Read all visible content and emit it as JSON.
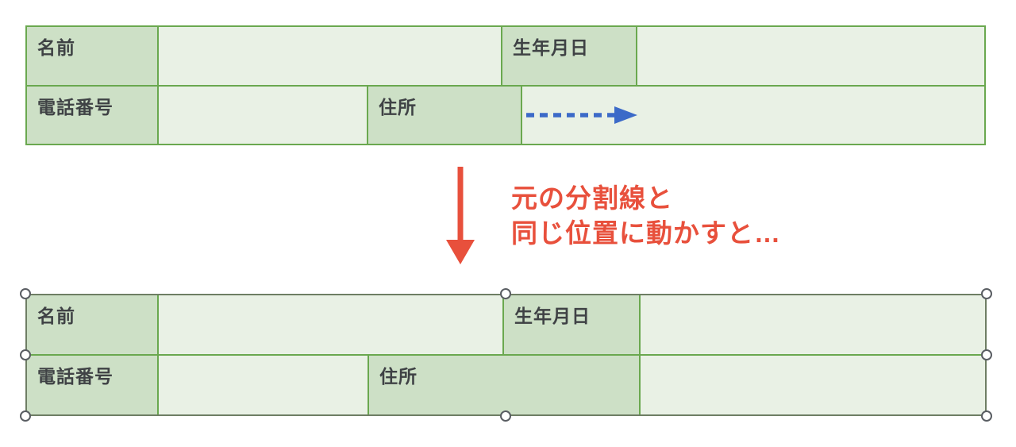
{
  "figure": {
    "description_colors": {
      "table_border_green": "#6aa84f",
      "header_cell_bg": "#cde0c6",
      "empty_cell_bg": "#e9f1e5",
      "label_text": "#3f4245",
      "annotation_red": "#e8503c",
      "arrow_blue": "#3c6ac8",
      "selection_outline": "#6e7e64",
      "handle_fill": "#ffffff",
      "handle_border": "#595d62"
    },
    "top_table": {
      "name_label": "名前",
      "birthdate_label": "生年月日",
      "phone_label": "電話番号",
      "address_label": "住所"
    },
    "annotation": {
      "line1": "元の分割線と",
      "line2": "同じ位置に動かすと…"
    },
    "bottom_table": {
      "name_label": "名前",
      "birthdate_label": "生年月日",
      "phone_label": "電話番号",
      "address_label": "住所"
    }
  }
}
